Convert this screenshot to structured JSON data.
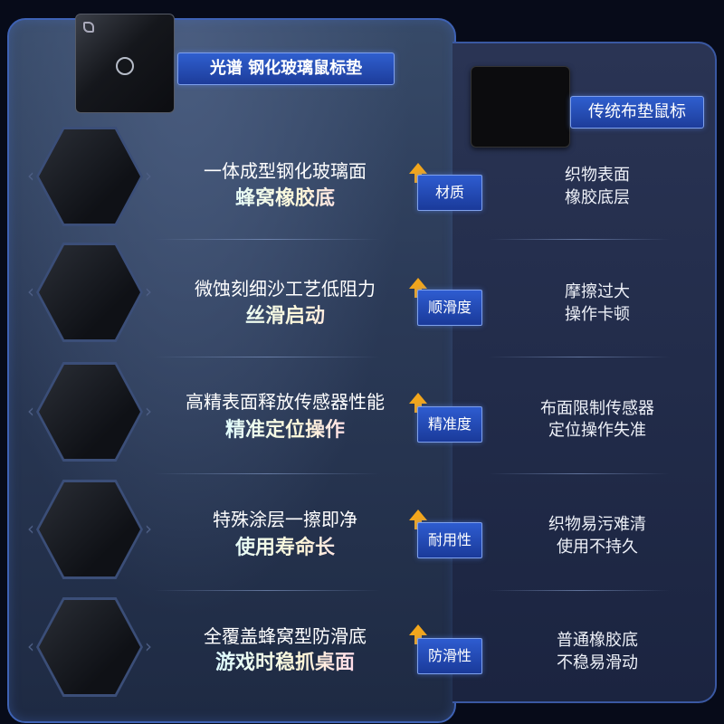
{
  "header": {
    "glass_product": "光谱 钢化玻璃鼠标垫",
    "cloth_product": "传统布垫鼠标"
  },
  "features": [
    {
      "category": "材质",
      "glass_line1": "一体成型钢化玻璃面",
      "glass_line2": "蜂窝橡胶底",
      "cloth_line1": "织物表面",
      "cloth_line2": "橡胶底层"
    },
    {
      "category": "顺滑度",
      "glass_line1": "微蚀刻细沙工艺低阻力",
      "glass_line2": "丝滑启动",
      "cloth_line1": "摩擦过大",
      "cloth_line2": "操作卡顿"
    },
    {
      "category": "精准度",
      "glass_line1": "高精表面释放传感器性能",
      "glass_line2": "精准定位操作",
      "cloth_line1": "布面限制传感器",
      "cloth_line2": "定位操作失准"
    },
    {
      "category": "耐用性",
      "glass_line1": "特殊涂层一擦即净",
      "glass_line2": "使用寿命长",
      "cloth_line1": "织物易污难清",
      "cloth_line2": "使用不持久"
    },
    {
      "category": "防滑性",
      "glass_line1": "全覆盖蜂窝型防滑底",
      "glass_line2": "游戏时稳抓桌面",
      "cloth_line1": "普通橡胶底",
      "cloth_line2": "不稳易滑动"
    }
  ],
  "icons": {
    "arrow": "up-arrow-icon",
    "chevron_left": "chevron-left-icon",
    "chevron_right": "chevron-right-icon"
  },
  "colors": {
    "accent_blue": "#2f5fcf",
    "arrow_orange": "#f2a61c",
    "panel_border": "#3e62b4"
  }
}
